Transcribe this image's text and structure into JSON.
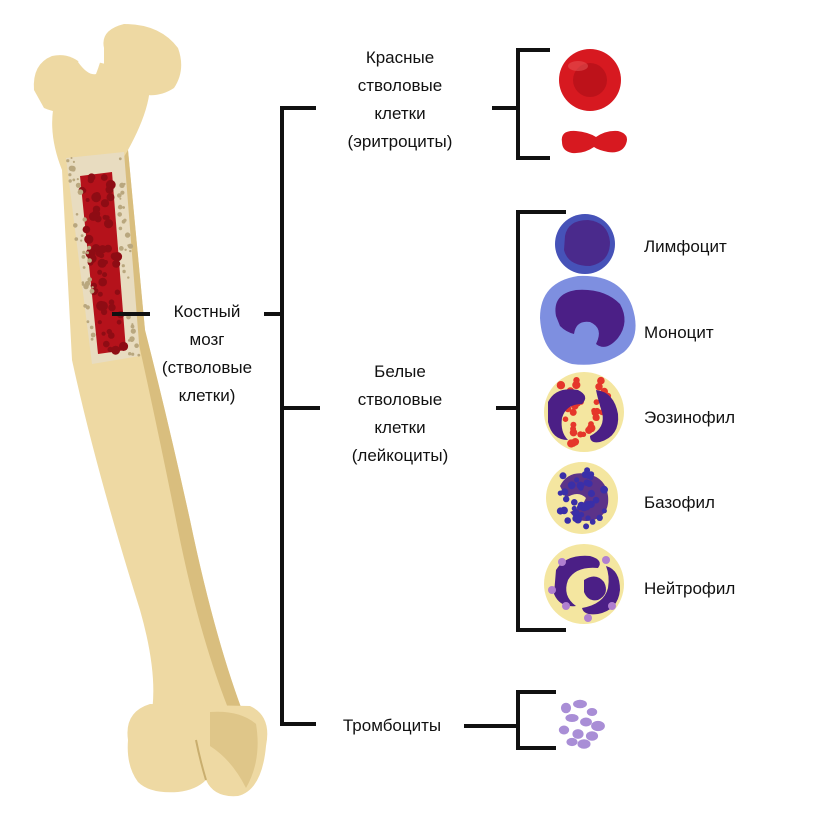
{
  "labels": {
    "marrow": [
      "Костный",
      "мозг",
      "(стволовые",
      "клетки)"
    ],
    "red": [
      "Красные",
      "стволовые",
      "клетки",
      "(эритроциты)"
    ],
    "white": [
      "Белые",
      "стволовые",
      "клетки",
      "(лейкоциты)"
    ],
    "platelets": "Тромбоциты"
  },
  "white_cells": [
    "Лимфоцит",
    "Моноцит",
    "Эозинофил",
    "Базофил",
    "Нейтрофил"
  ],
  "colors": {
    "bone": "#EED9A3",
    "bone_shade": "#D9BE7E",
    "marrow": "#B5121B",
    "spongy": "#E8DCC0",
    "erythrocyte": "#D71920",
    "lymphocyte_membrane": "#4652B8",
    "lymphocyte_nucleus": "#4A2A8C",
    "monocyte_membrane": "#7E8FE0",
    "granulocyte_membrane": "#F4E6A0",
    "nucleus": "#4B1F86",
    "eosin_granule": "#E5362B",
    "baso_granule": "#3A2FA8",
    "neutro_granule": "#B07FD0",
    "platelet": "#A98ED6",
    "line": "#111111"
  }
}
